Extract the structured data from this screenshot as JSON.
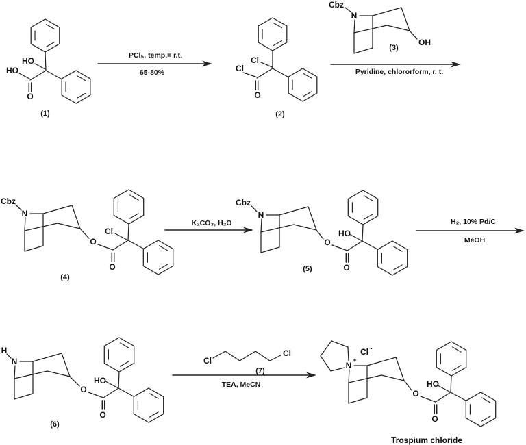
{
  "colors": {
    "ink": "#222222",
    "background": "#ffffff"
  },
  "compounds": {
    "c1": {
      "number": "(1)",
      "ho_alpha": "HO",
      "ho_acid": "HO",
      "o_carbonyl": "O"
    },
    "c2": {
      "number": "(2)",
      "cl_alpha": "Cl",
      "cl_acyl": "Cl",
      "o_carbonyl": "O"
    },
    "c3": {
      "number": "(3)",
      "cbz": "Cbz",
      "n": "N",
      "oh": "OH"
    },
    "c4": {
      "number": "(4)",
      "cbz": "Cbz",
      "n": "N",
      "cl_alpha": "Cl",
      "o_ester": "O",
      "o_carbonyl": "O"
    },
    "c5": {
      "number": "(5)",
      "cbz": "Cbz",
      "n": "N",
      "ho_alpha": "HO",
      "o_ester": "O",
      "o_carbonyl": "O"
    },
    "c6": {
      "number": "(6)",
      "h": "H",
      "n": "N",
      "ho_alpha": "HO",
      "o_ester": "O",
      "o_carbonyl": "O"
    },
    "c7": {
      "number": "(7)",
      "cl_left": "Cl",
      "cl_right": "Cl"
    },
    "product": {
      "name": "Trospium chloride",
      "n": "N",
      "n_charge": "+",
      "cl_counterion": "Cl",
      "cl_charge": "-",
      "ho_alpha": "HO",
      "o_ester": "O",
      "o_carbonyl": "O"
    }
  },
  "arrows": {
    "a1": {
      "above": "PCl₅, temp.= r.t.",
      "below": "65-80%"
    },
    "a2": {
      "below": "Pyridine, chlororform, r. t."
    },
    "a3": {
      "above": "K₂CO₃, H₂O"
    },
    "a4": {
      "above": "H₂, 10% Pd/C",
      "below": "MeOH"
    },
    "a5": {
      "below": "TEA, MeCN"
    }
  }
}
